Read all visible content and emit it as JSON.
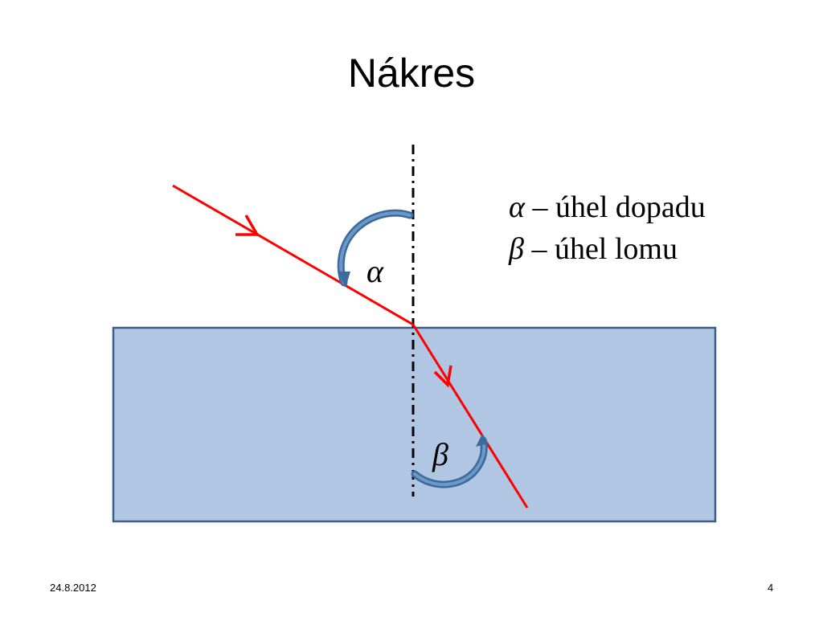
{
  "slide": {
    "title": "Nákres",
    "date": "24.8.2012",
    "page_number": "4"
  },
  "diagram": {
    "alpha_label": "α",
    "beta_label": "β",
    "legend": [
      {
        "symbol": "α",
        "text": " – úhel dopadu"
      },
      {
        "symbol": "β",
        "text": " – úhel lomu"
      }
    ],
    "colors": {
      "ray": "#ff0000",
      "medium_fill": "#b0c6e2",
      "medium_stroke": "#3a5f8c",
      "angle_arrow": "#4f7fb0",
      "normal_line": "#000000"
    }
  }
}
